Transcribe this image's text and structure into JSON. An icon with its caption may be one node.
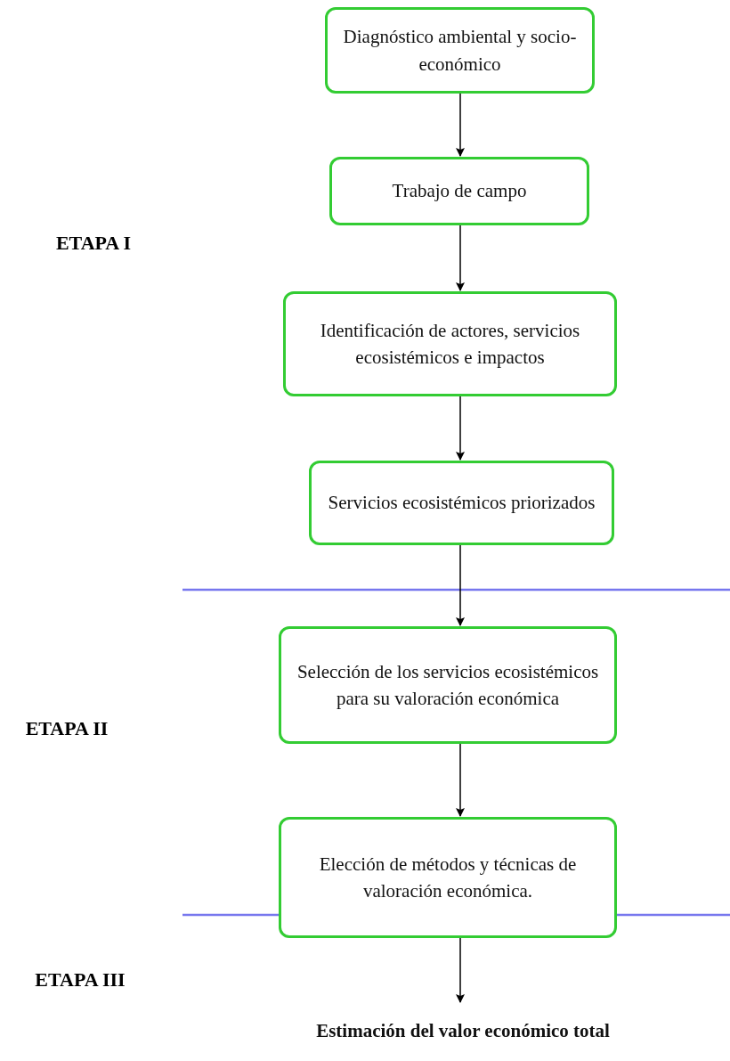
{
  "diagram": {
    "nodes": [
      {
        "text": [
          "Diagnóstico ambiental y socio-económico"
        ]
      },
      {
        "text": [
          "Trabajo de campo"
        ]
      },
      {
        "text": [
          "Identificación de actores, servicios ecosistémicos e impactos"
        ]
      },
      {
        "text": [
          "Servicios ecosistémicos priorizados"
        ]
      },
      {
        "text": [
          "Selección de los servicios ecosistémicos para su valoración económica"
        ]
      },
      {
        "text": [
          "Elección de métodos y técnicas de valoración económica."
        ]
      },
      {
        "text": [
          "Estimación del valor económico total"
        ]
      }
    ],
    "edges": [
      {
        "from": 0,
        "to": 1,
        "arrow": "to"
      },
      {
        "from": 1,
        "to": 2,
        "arrow": "to"
      },
      {
        "from": 2,
        "to": 3,
        "arrow": "to"
      },
      {
        "from": 3,
        "to": 4,
        "arrow": "to"
      },
      {
        "from": 4,
        "to": 5,
        "arrow": "to"
      },
      {
        "from": 5,
        "to": 6,
        "arrow": "to"
      }
    ],
    "labels": [
      "ETAPA I",
      "ETAPA II",
      "ETAPA III"
    ]
  }
}
